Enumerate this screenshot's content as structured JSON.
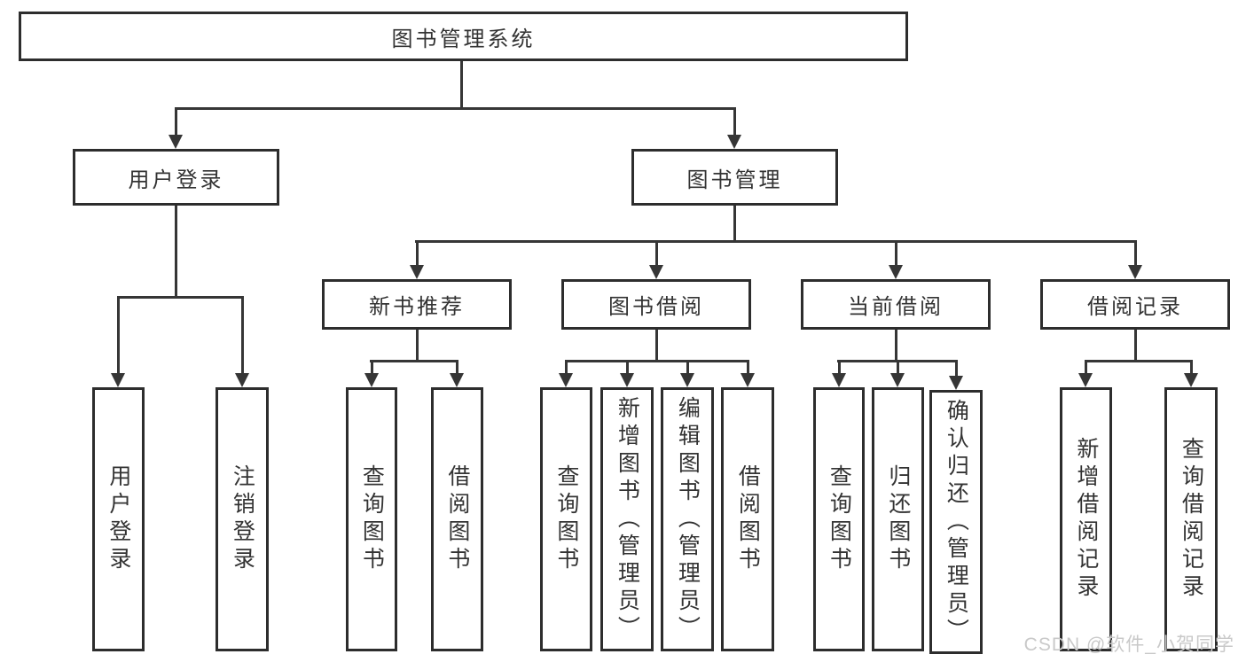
{
  "tree": {
    "label": "图书管理系统",
    "children": [
      {
        "label": "用户登录",
        "children": [
          {
            "label": "用户登录"
          },
          {
            "label": "注销登录"
          }
        ]
      },
      {
        "label": "图书管理",
        "children": [
          {
            "label": "新书推荐",
            "children": [
              {
                "label": "查询图书"
              },
              {
                "label": "借阅图书"
              }
            ]
          },
          {
            "label": "图书借阅",
            "children": [
              {
                "label": "查询图书"
              },
              {
                "label": "新增图书（管理员）"
              },
              {
                "label": "编辑图书（管理员）"
              },
              {
                "label": "借阅图书"
              }
            ]
          },
          {
            "label": "当前借阅",
            "children": [
              {
                "label": "查询图书"
              },
              {
                "label": "归还图书"
              },
              {
                "label": "确认归还（管理员）"
              }
            ]
          },
          {
            "label": "借阅记录",
            "children": [
              {
                "label": "新增借阅记录"
              },
              {
                "label": "查询借阅记录"
              }
            ]
          }
        ]
      }
    ]
  },
  "watermark": {
    "text": "CSDN @软件_小贺同学"
  },
  "colors": {
    "background": "#ffffff",
    "box_border": "#2d2d2d",
    "connector": "#363636",
    "text": "#333333",
    "watermark_text": "#c9c9c9"
  }
}
